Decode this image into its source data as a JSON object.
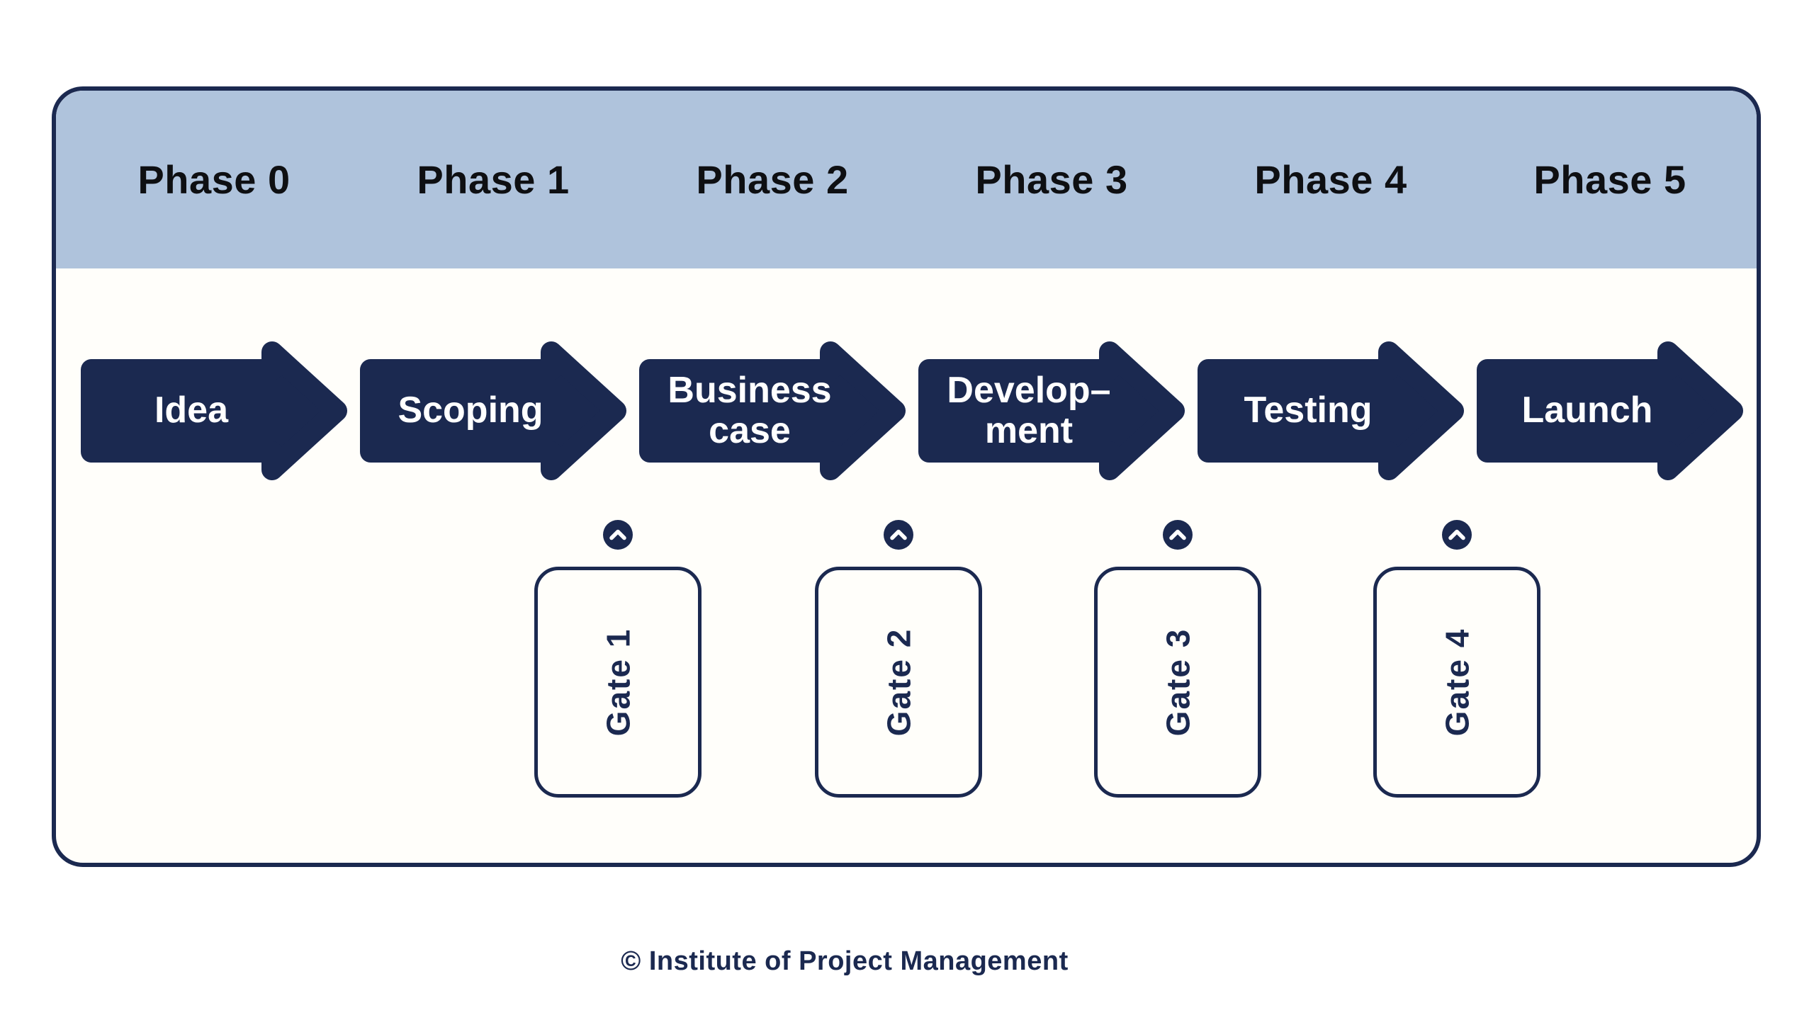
{
  "colors": {
    "navy": "#1b2950",
    "header_blue": "#afc3dc",
    "label_black": "#0e0f12",
    "panel_bg": "#fffefa",
    "arrow_text": "#ffffff"
  },
  "phases": [
    {
      "label": "Phase 0"
    },
    {
      "label": "Phase 1"
    },
    {
      "label": "Phase 2"
    },
    {
      "label": "Phase 3"
    },
    {
      "label": "Phase 4"
    },
    {
      "label": "Phase 5"
    }
  ],
  "arrows": [
    {
      "name": "idea",
      "lines": [
        "Idea"
      ]
    },
    {
      "name": "scoping",
      "lines": [
        "Scoping"
      ]
    },
    {
      "name": "business-case",
      "lines": [
        "Business",
        "case"
      ]
    },
    {
      "name": "development",
      "lines": [
        "Develop–",
        "ment"
      ]
    },
    {
      "name": "testing",
      "lines": [
        "Testing"
      ]
    },
    {
      "name": "launch",
      "lines": [
        "Launch"
      ]
    }
  ],
  "gates": [
    {
      "label": "Gate 1",
      "icon": "chevron-up"
    },
    {
      "label": "Gate 2",
      "icon": "chevron-up"
    },
    {
      "label": "Gate 3",
      "icon": "chevron-up"
    },
    {
      "label": "Gate 4",
      "icon": "chevron-up"
    }
  ],
  "footer": {
    "text": "© Institute of Project Management"
  }
}
